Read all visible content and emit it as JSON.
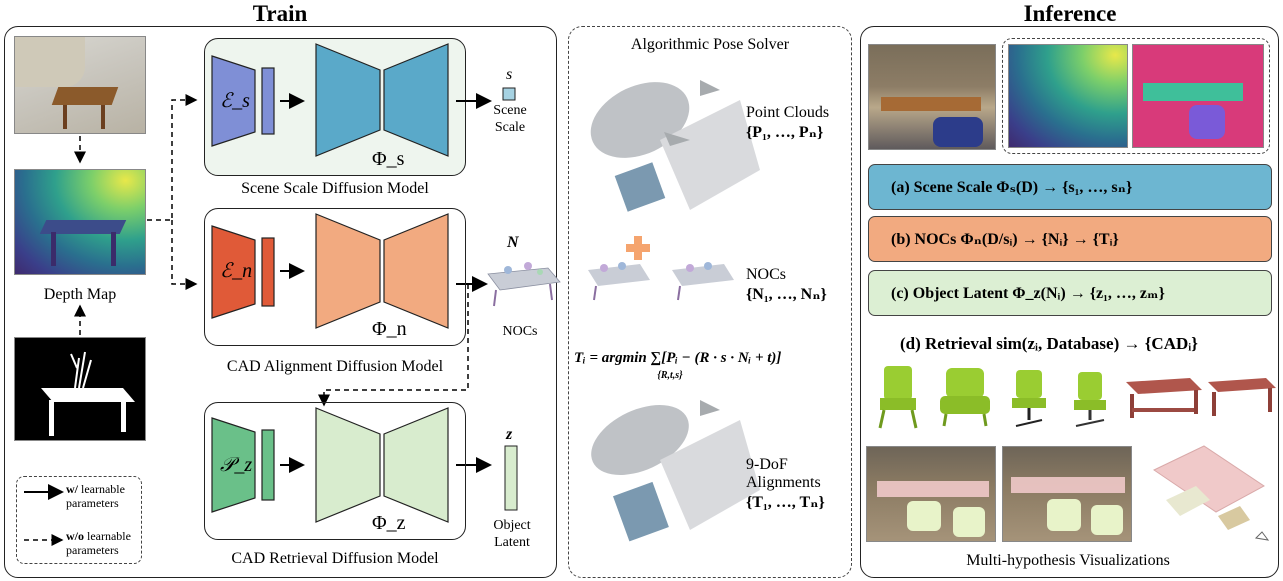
{
  "train": {
    "title": "Train",
    "depth_map_label": "Depth Map",
    "scale_model": {
      "label": "Scene Scale Diffusion Model",
      "encoder": "ℰ_s",
      "phi": "Φ_s",
      "out_symbol": "s",
      "out_label_1": "Scene",
      "out_label_2": "Scale"
    },
    "noc_model": {
      "label": "CAD Alignment Diffusion Model",
      "encoder": "ℰ_n",
      "phi": "Φ_n",
      "out_symbol": "N",
      "out_label": "NOCs"
    },
    "retrieval_model": {
      "label": "CAD Retrieval Diffusion Model",
      "encoder": "𝒫_z",
      "phi": "Φ_z",
      "out_symbol": "z",
      "out_label_1": "Object",
      "out_label_2": "Latent"
    },
    "legend": {
      "learnable_bold": "w/",
      "learnable_rest": " learnable",
      "learnable_line2": "parameters",
      "nonlearnable_bold": "w/o",
      "nonlearnable_rest": " learnable",
      "nonlearnable_line2": "parameters"
    }
  },
  "solver": {
    "title": "Algorithmic Pose Solver",
    "point_clouds_label": "Point Clouds",
    "point_clouds_set": "{P₁, …, Pₙ}",
    "nocs_label": "NOCs",
    "nocs_set": "{N₁, …, Nₙ}",
    "equation": "Tᵢ = argmin ∑[Pᵢ − (R · s · Nᵢ + t)]",
    "argmin_sub": "{R,t,s}",
    "alignments_label_1": "9-DoF",
    "alignments_label_2": "Alignments",
    "alignments_set": "{T₁, …, Tₙ}"
  },
  "inference": {
    "title": "Inference",
    "step_a": "(a) Scene Scale  Φₛ(D) → {s₁, …, sₙ}",
    "step_b": "(b) NOCs  Φₙ(D/sᵢ) → {Nᵢ} → {Tᵢ}",
    "step_c": "(c) Object Latent  Φ_z(Nᵢ) → {z₁, …, zₘ}",
    "step_d": "(d) Retrieval  sim(zᵢ, Database) → {CADᵢ}",
    "vis_label": "Multi-hypothesis Visualizations"
  },
  "colors": {
    "scale_blue": "#5aa9c9",
    "scale_blue_light": "#a6d2e2",
    "noc_orange": "#f2aa80",
    "noc_red": "#e05a38",
    "latent_green": "#d8ecce",
    "latent_green_dark": "#6ac089",
    "encoder_purple": "#7f8fd6",
    "inf_a": "#6db6d1",
    "inf_b": "#f2aa80",
    "inf_c": "#dcefd3",
    "chair_green": "#9acd32",
    "table_brown": "#b0564c"
  }
}
